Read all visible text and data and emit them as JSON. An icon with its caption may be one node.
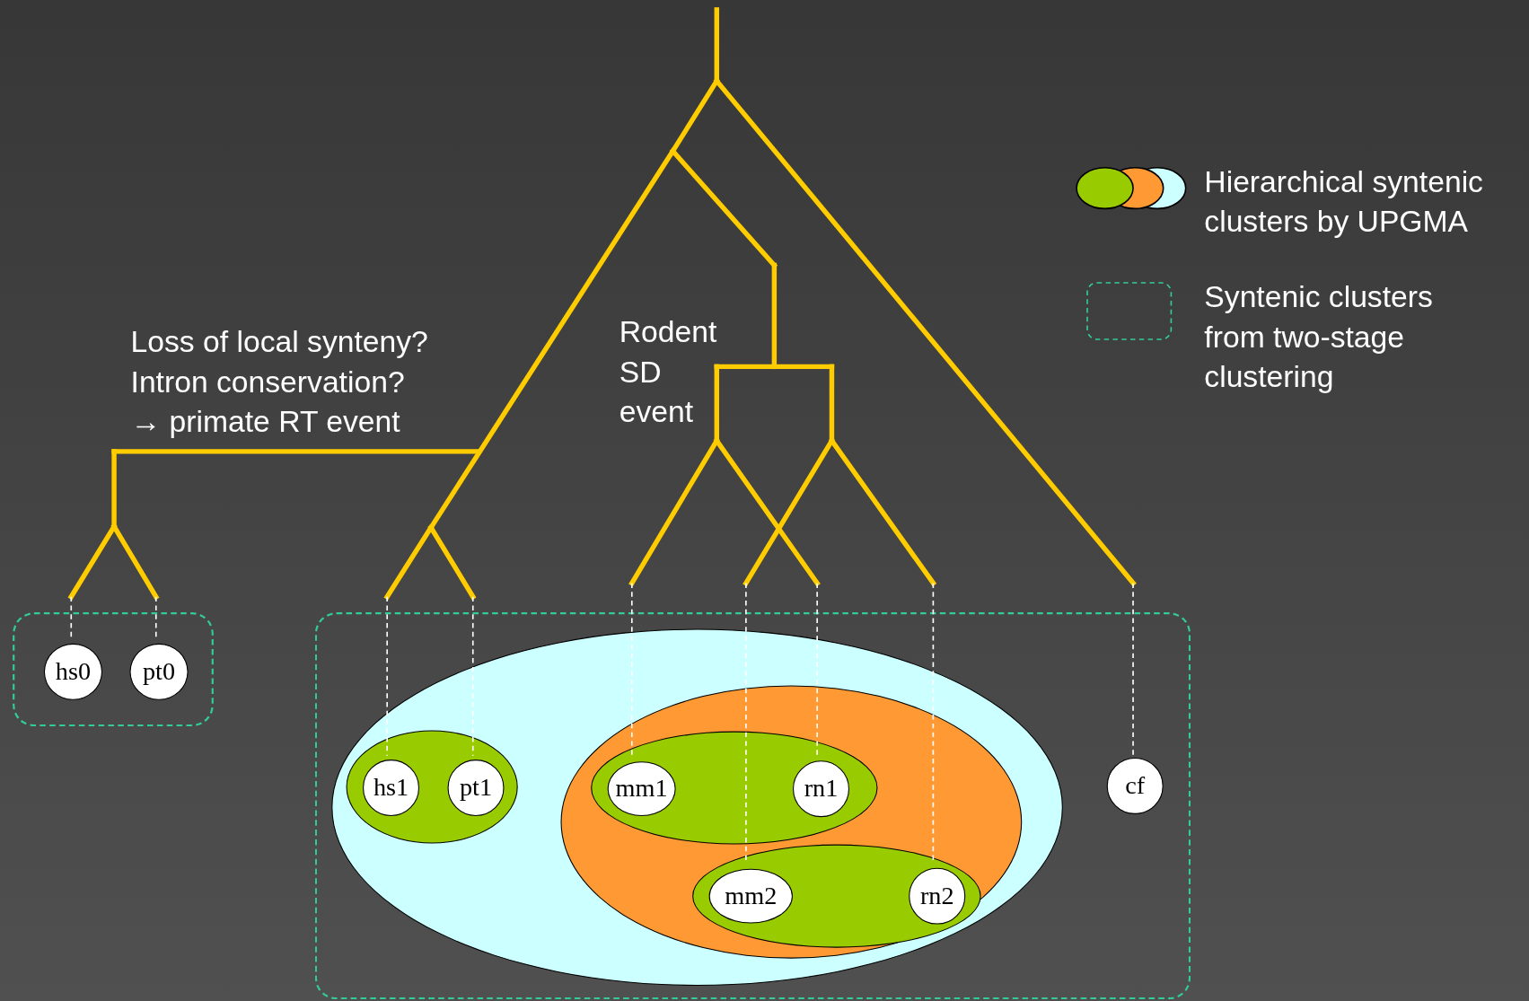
{
  "diagram": {
    "nodes": [
      {
        "text": [],
        "shape": "box"
      },
      {
        "text": [
          "hs0"
        ],
        "in": 0
      },
      {
        "text": [
          "pt0"
        ],
        "in": 0
      },
      {
        "text": [],
        "shape": "box"
      },
      {
        "text": [],
        "shape": "ellipse",
        "in": 3
      },
      {
        "text": [],
        "shape": "ellipse",
        "in": 4
      },
      {
        "text": [
          "hs1"
        ],
        "in": 5
      },
      {
        "text": [
          "pt1"
        ],
        "in": 5
      },
      {
        "text": [],
        "shape": "ellipse",
        "in": 4
      },
      {
        "text": [],
        "shape": "ellipse",
        "in": 8
      },
      {
        "text": [
          "mm1"
        ],
        "in": 9
      },
      {
        "text": [
          "rn1"
        ],
        "in": 9
      },
      {
        "text": [],
        "shape": "ellipse",
        "in": 8
      },
      {
        "text": [
          "mm2"
        ],
        "in": 12
      },
      {
        "text": [
          "rn2"
        ],
        "in": 12
      },
      {
        "text": [
          "cf"
        ],
        "in": 3
      }
    ],
    "labels": [
      "Loss of local synteny? Intron conservation? → primate RT event",
      "Rodent SD event"
    ],
    "legend": [
      {
        "text": "Hierarchical syntenic clusters by UPGMA"
      },
      {
        "text": "Syntenic clusters from two-stage clustering"
      }
    ]
  }
}
